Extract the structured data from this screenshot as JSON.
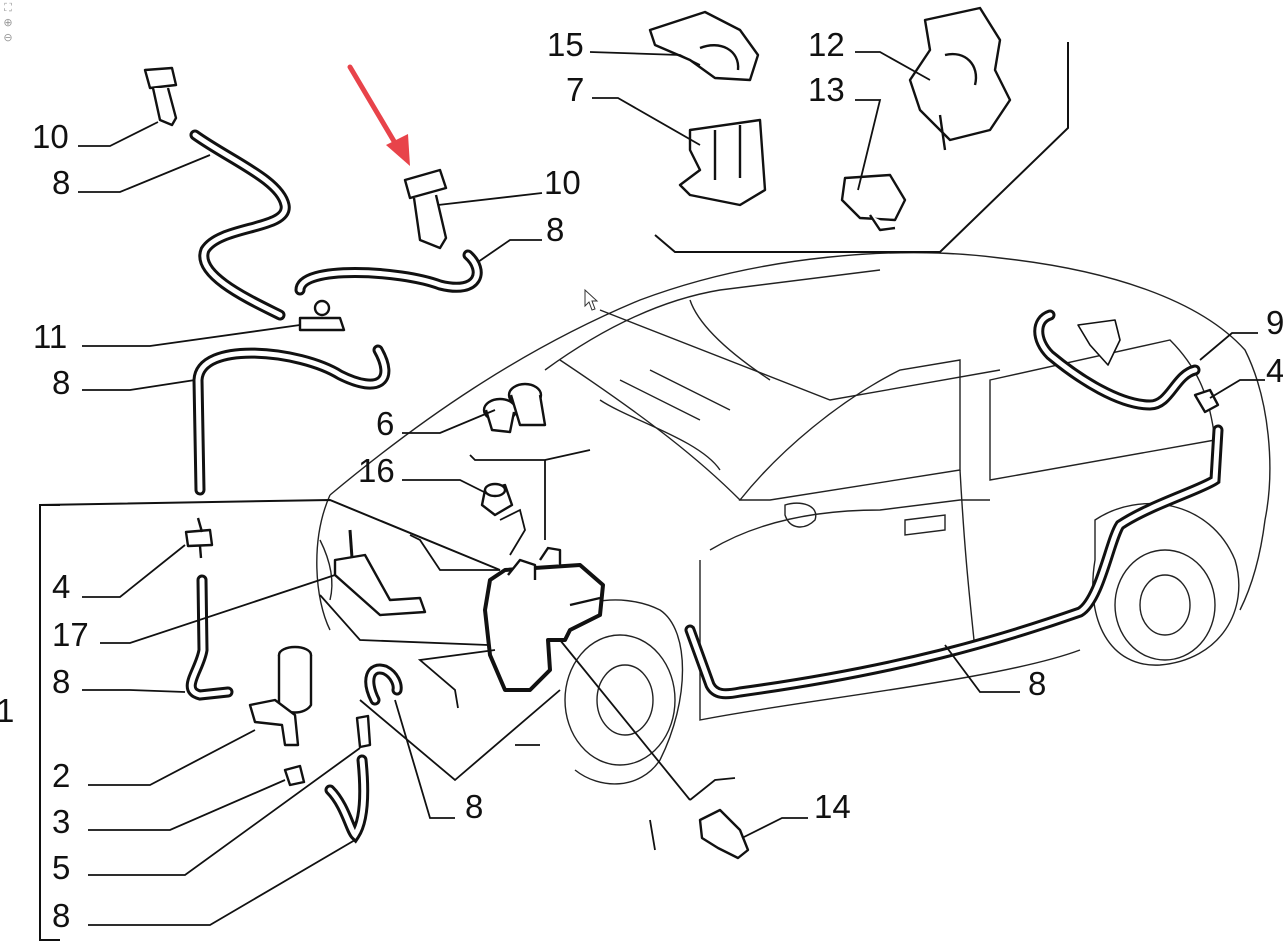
{
  "toolbar": {
    "fit_icon": "fit-screen-icon",
    "zoom_in_icon": "zoom-in-icon",
    "zoom_out_icon": "zoom-out-icon"
  },
  "callouts": {
    "c15": "15",
    "c7": "7",
    "c12": "12",
    "c13": "13",
    "c10_top": "10",
    "c8_top": "8",
    "c10_mid": "10",
    "c8_mid": "8",
    "c11": "11",
    "c8_left": "8",
    "c6": "6",
    "c16": "16",
    "c9": "9",
    "c4_right": "4",
    "c4_left": "4",
    "c17": "17",
    "c8_low": "8",
    "c1": "1",
    "c2": "2",
    "c3": "3",
    "c5": "5",
    "c8_bottom": "8",
    "c8_center": "8",
    "c8_right": "8",
    "c14": "14"
  },
  "colors": {
    "ink": "#111111",
    "arrow": "#e8434a",
    "background": "#ffffff"
  }
}
